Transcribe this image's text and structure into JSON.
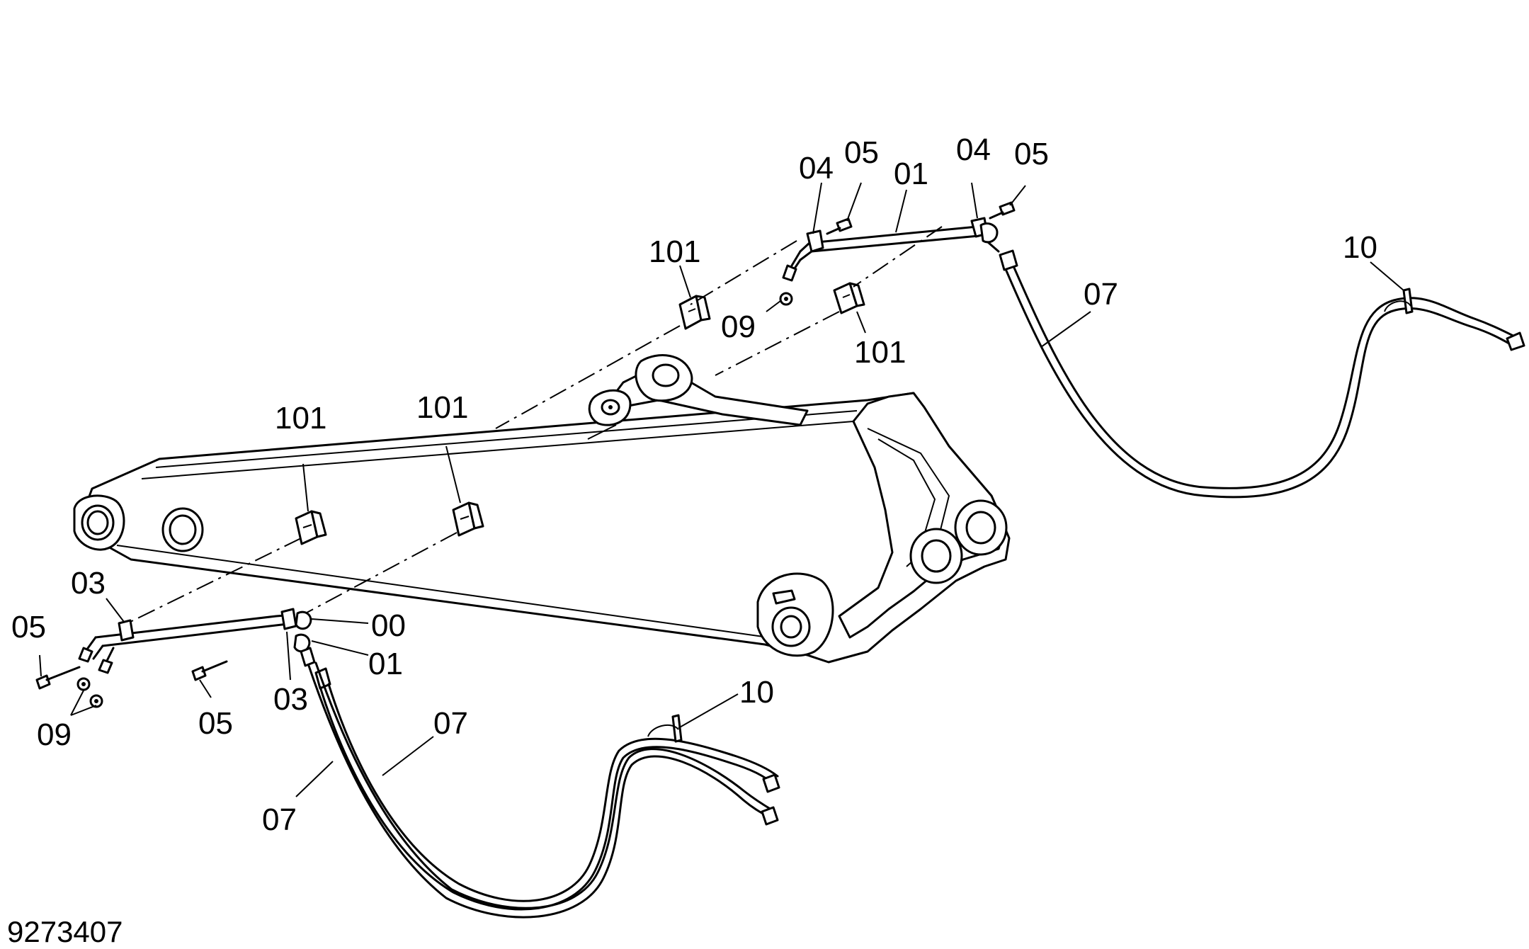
{
  "figure_number": "9273407",
  "callouts": {
    "c101_a": "101",
    "c101_b": "101",
    "c101_c": "101",
    "c101_d": "101",
    "c04_a": "04",
    "c05_a": "05",
    "c01_a": "01",
    "c04_b": "04",
    "c05_b": "05",
    "c09_a": "09",
    "c07_a": "07",
    "c10_a": "10",
    "c03_a": "03",
    "c05_c": "05",
    "c00": "00",
    "c01_b": "01",
    "c09_b": "09",
    "c05_d": "05",
    "c03_b": "03",
    "c10_b": "10",
    "c07_b": "07",
    "c07_c": "07"
  }
}
